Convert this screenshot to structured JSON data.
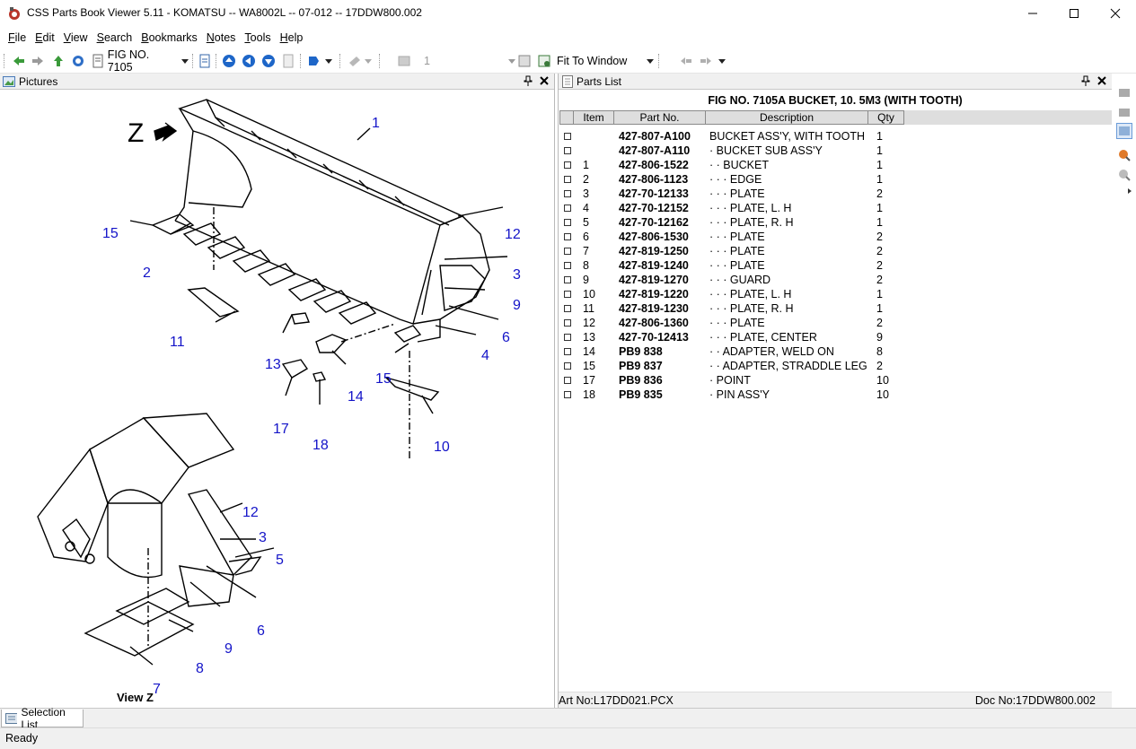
{
  "window": {
    "title": "CSS Parts Book Viewer 5.11 - KOMATSU -- WA8002L -- 07-012 -- 17DDW800.002"
  },
  "menu": [
    {
      "label": "File",
      "underline": "F",
      "rest": "ile"
    },
    {
      "label": "Edit",
      "underline": "E",
      "rest": "dit"
    },
    {
      "label": "View",
      "underline": "V",
      "rest": "iew"
    },
    {
      "label": "Search",
      "underline": "S",
      "rest": "earch"
    },
    {
      "label": "Bookmarks",
      "underline": "B",
      "rest": "ookmarks"
    },
    {
      "label": "Notes",
      "underline": "N",
      "rest": "otes"
    },
    {
      "label": "Tools",
      "underline": "T",
      "rest": "ools"
    },
    {
      "label": "Help",
      "underline": "H",
      "rest": "elp"
    }
  ],
  "toolbar": {
    "figure_select": "FIG NO. 7105",
    "page_input": "1",
    "zoom_select": "Fit To Window"
  },
  "pictures_panel": {
    "title": "Pictures",
    "callouts": [
      "1",
      "2",
      "3",
      "4",
      "6",
      "9",
      "10",
      "11",
      "12",
      "13",
      "14",
      "15",
      "15",
      "17",
      "18"
    ],
    "view_z_callouts": [
      "12",
      "3",
      "5",
      "6",
      "9",
      "8",
      "7"
    ],
    "z_label": "Z",
    "view_label": "View Z"
  },
  "parts_panel": {
    "title": "Parts List",
    "figure_title": "FIG NO. 7105A BUCKET, 10. 5M3 (WITH TOOTH)",
    "columns": {
      "item": "Item",
      "part": "Part No.",
      "desc": "Description",
      "qty": "Qty"
    },
    "rows": [
      {
        "item": "",
        "part": "427-807-A100",
        "desc": "BUCKET ASS'Y, WITH TOOTH",
        "qty": "1"
      },
      {
        "item": "",
        "part": "427-807-A110",
        "desc": "· BUCKET SUB ASS'Y",
        "qty": "1"
      },
      {
        "item": "1",
        "part": "427-806-1522",
        "desc": "· · BUCKET",
        "qty": "1"
      },
      {
        "item": "2",
        "part": "427-806-1123",
        "desc": "· · · EDGE",
        "qty": "1"
      },
      {
        "item": "3",
        "part": "427-70-12133",
        "desc": "· · · PLATE",
        "qty": "2"
      },
      {
        "item": "4",
        "part": "427-70-12152",
        "desc": "· · · PLATE, L. H",
        "qty": "1"
      },
      {
        "item": "5",
        "part": "427-70-12162",
        "desc": "· · · PLATE, R. H",
        "qty": "1"
      },
      {
        "item": "6",
        "part": "427-806-1530",
        "desc": "· · · PLATE",
        "qty": "2"
      },
      {
        "item": "7",
        "part": "427-819-1250",
        "desc": "· · · PLATE",
        "qty": "2"
      },
      {
        "item": "8",
        "part": "427-819-1240",
        "desc": "· · · PLATE",
        "qty": "2"
      },
      {
        "item": "9",
        "part": "427-819-1270",
        "desc": "· · · GUARD",
        "qty": "2"
      },
      {
        "item": "10",
        "part": "427-819-1220",
        "desc": "· · · PLATE, L. H",
        "qty": "1"
      },
      {
        "item": "11",
        "part": "427-819-1230",
        "desc": "· · · PLATE, R. H",
        "qty": "1"
      },
      {
        "item": "12",
        "part": "427-806-1360",
        "desc": "· · · PLATE",
        "qty": "2"
      },
      {
        "item": "13",
        "part": "427-70-12413",
        "desc": "· · · PLATE, CENTER",
        "qty": "9"
      },
      {
        "item": "14",
        "part": "PB9 838",
        "desc": "· · ADAPTER, WELD ON",
        "qty": "8"
      },
      {
        "item": "15",
        "part": "PB9 837",
        "desc": "· · ADAPTER, STRADDLE LEG",
        "qty": "2"
      },
      {
        "item": "17",
        "part": "PB9 836",
        "desc": "· POINT",
        "qty": "10"
      },
      {
        "item": "18",
        "part": "PB9 835",
        "desc": "· PIN ASS'Y",
        "qty": "10"
      }
    ],
    "art_no": "Art No:L17DD021.PCX",
    "doc_no": "Doc No:17DDW800.002"
  },
  "bottom_tab": "Selection List",
  "status": "Ready",
  "colors": {
    "callout": "#1414c8",
    "accent_blue": "#1e66c8",
    "panel_bg": "#f0f0f0"
  }
}
